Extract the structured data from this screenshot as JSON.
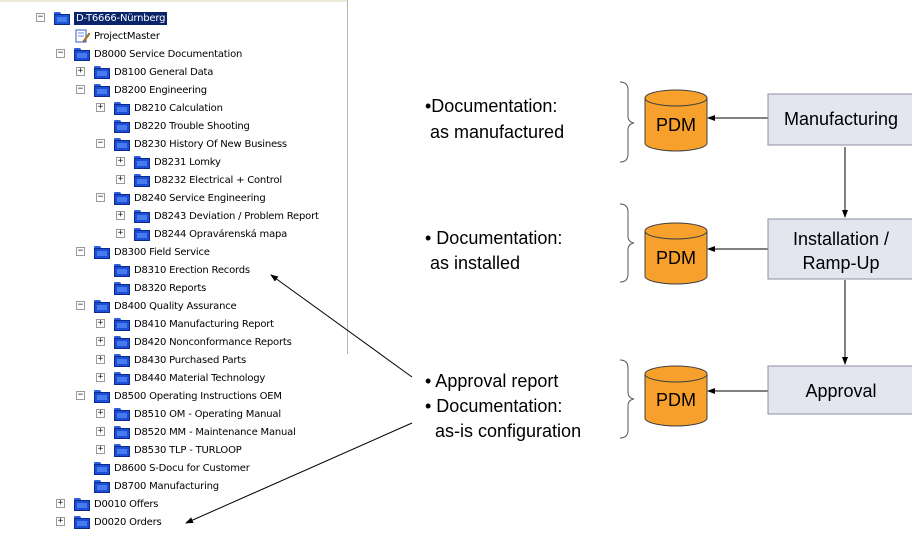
{
  "tree": {
    "nodes": [
      {
        "label": "D-T6666-Nürnberg",
        "icon": "folder-icon",
        "toggle": "−",
        "level": 0,
        "root": true
      },
      {
        "label": "ProjectMaster",
        "icon": "document-edit-icon",
        "toggle": "",
        "level": 1
      },
      {
        "label": "D8000 Service Documentation",
        "icon": "folder-icon",
        "toggle": "−",
        "level": 1
      },
      {
        "label": "D8100 General Data",
        "icon": "folder-icon",
        "toggle": "+",
        "level": 2
      },
      {
        "label": "D8200 Engineering",
        "icon": "folder-icon",
        "toggle": "−",
        "level": 2
      },
      {
        "label": "D8210 Calculation",
        "icon": "folder-icon",
        "toggle": "+",
        "level": 3
      },
      {
        "label": "D8220 Trouble Shooting",
        "icon": "folder-icon",
        "toggle": "",
        "level": 3
      },
      {
        "label": "D8230 History Of New Business",
        "icon": "folder-icon",
        "toggle": "−",
        "level": 3
      },
      {
        "label": "D8231 Lomky",
        "icon": "folder-icon",
        "toggle": "+",
        "level": 4
      },
      {
        "label": "D8232 Electrical + Control",
        "icon": "folder-icon",
        "toggle": "+",
        "level": 4
      },
      {
        "label": "D8240 Service Engineering",
        "icon": "folder-icon",
        "toggle": "−",
        "level": 3
      },
      {
        "label": "D8243 Deviation / Problem Report",
        "icon": "folder-icon",
        "toggle": "+",
        "level": 4
      },
      {
        "label": "D8244 Opravárenská mapa",
        "icon": "folder-icon",
        "toggle": "+",
        "level": 4
      },
      {
        "label": "D8300 Field Service",
        "icon": "folder-icon",
        "toggle": "−",
        "level": 2
      },
      {
        "label": "D8310 Erection Records",
        "icon": "folder-icon",
        "toggle": "",
        "level": 3
      },
      {
        "label": "D8320 Reports",
        "icon": "folder-icon",
        "toggle": "",
        "level": 3
      },
      {
        "label": "D8400 Quality Assurance",
        "icon": "folder-icon",
        "toggle": "−",
        "level": 2
      },
      {
        "label": "D8410 Manufacturing Report",
        "icon": "folder-icon",
        "toggle": "+",
        "level": 3
      },
      {
        "label": "D8420 Nonconformance Reports",
        "icon": "folder-icon",
        "toggle": "+",
        "level": 3
      },
      {
        "label": "D8430 Purchased Parts",
        "icon": "folder-icon",
        "toggle": "+",
        "level": 3
      },
      {
        "label": "D8440 Material Technology",
        "icon": "folder-icon",
        "toggle": "+",
        "level": 3
      },
      {
        "label": "D8500 Operating Instructions OEM",
        "icon": "folder-icon",
        "toggle": "−",
        "level": 2
      },
      {
        "label": "D8510 OM - Operating Manual",
        "icon": "folder-icon",
        "toggle": "+",
        "level": 3
      },
      {
        "label": "D8520 MM - Maintenance Manual",
        "icon": "folder-icon",
        "toggle": "+",
        "level": 3
      },
      {
        "label": "D8530 TLP - TURLOOP",
        "icon": "folder-icon",
        "toggle": "+",
        "level": 3
      },
      {
        "label": "D8600 S-Docu for Customer",
        "icon": "folder-icon",
        "toggle": "",
        "level": 2
      },
      {
        "label": "D8700 Manufacturing",
        "icon": "folder-icon",
        "toggle": "",
        "level": 2
      },
      {
        "label": "D0010 Offers",
        "icon": "folder-icon",
        "toggle": "+",
        "level": 1
      },
      {
        "label": "D0020 Orders",
        "icon": "folder-icon",
        "toggle": "+",
        "level": 1
      }
    ]
  },
  "diagram": {
    "colors": {
      "pdm_fill": "#f7a02c",
      "pdm_stroke": "#404040",
      "process_fill": "#e3e5ef",
      "process_stroke": "#8c8fa6",
      "arrow": "#000000"
    },
    "rows": [
      {
        "text_lines": [
          "•Documentation:",
          " as manufactured"
        ],
        "pdm_label": "PDM",
        "process_lines": [
          "Manufacturing"
        ]
      },
      {
        "text_lines": [
          "• Documentation:",
          " as installed"
        ],
        "pdm_label": "PDM",
        "process_lines": [
          "Installation /",
          "Ramp-Up"
        ]
      },
      {
        "text_lines": [
          "• Approval report",
          "• Documentation:",
          "  as-is configuration"
        ],
        "pdm_label": "PDM",
        "process_lines": [
          "Approval"
        ]
      }
    ]
  }
}
